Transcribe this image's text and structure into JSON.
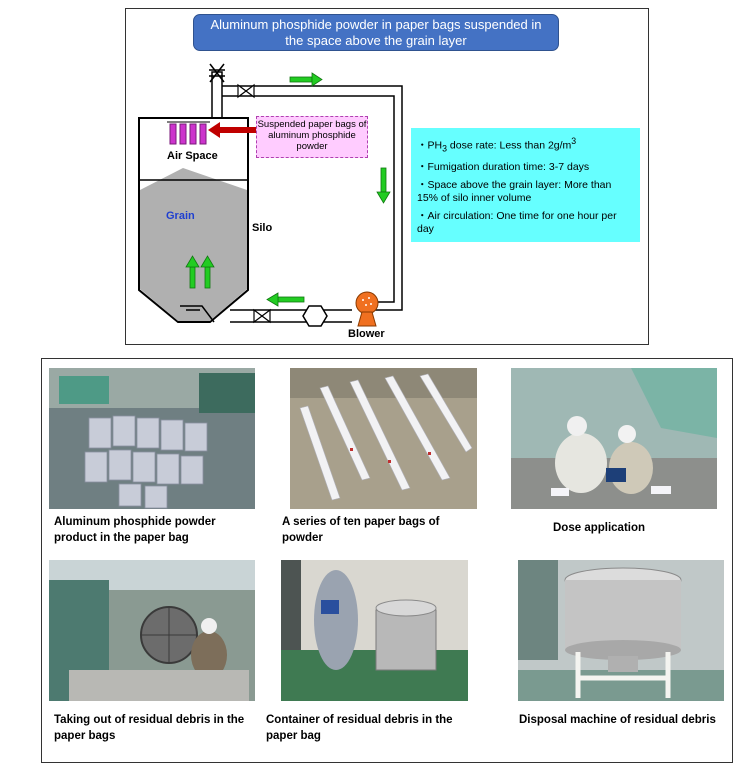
{
  "diagram": {
    "title": "Aluminum phosphide powder in paper bags suspended in the space above the grain layer",
    "labels": {
      "air_space": "Air Space",
      "grain": "Grain",
      "silo": "Silo",
      "blower": "Blower",
      "suspended_bags": "Suspended paper bags of aluminum phosphide powder"
    },
    "info": {
      "dose_prefix": "・PH",
      "dose_sub": "3",
      "dose_rest": " dose rate: Less than 2g/m",
      "dose_sup": "3",
      "duration": "・Fumigation duration time: 3-7 days",
      "space": "・Space above the grain layer: More than 15% of silo inner volume",
      "circulation": "・Air circulation: One time for one hour per day"
    },
    "colors": {
      "banner": "#4472c4",
      "info_box": "#66ffff",
      "note_box": "#ffccff",
      "arrow_green": "#22cc22",
      "arrow_red": "#c00000",
      "silo_grain": "#b0b0b0",
      "bags": "#cc33cc",
      "blower": "#f07020"
    }
  },
  "photos": [
    {
      "caption": "Aluminum phosphide powder product in the paper bag"
    },
    {
      "caption": "A series of ten paper bags of powder"
    },
    {
      "caption": "Dose application"
    },
    {
      "caption": "Taking out of residual debris in the paper bags"
    },
    {
      "caption": "Container of residual debris in the paper bag"
    },
    {
      "caption": "Disposal machine of residual debris"
    }
  ]
}
